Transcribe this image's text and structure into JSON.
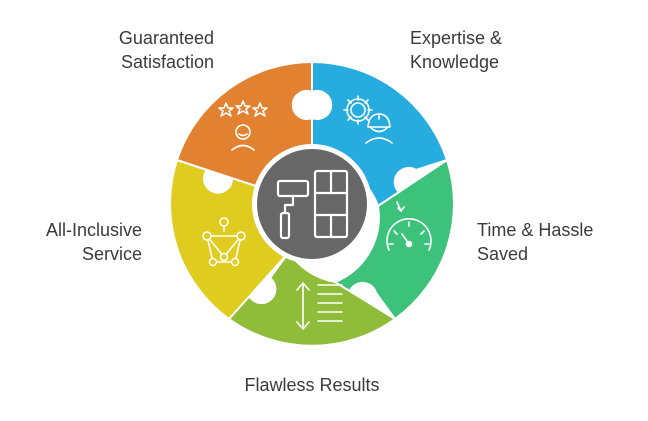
{
  "labels": {
    "guaranteed": [
      "Guaranteed",
      "Satisfaction"
    ],
    "expertise": [
      "Expertise &",
      "Knowledge"
    ],
    "time": [
      "Time & Hassle",
      "Saved"
    ],
    "flawless": "Flawless Results",
    "allinclusive": [
      "All-Inclusive",
      "Service"
    ]
  },
  "segments": [
    {
      "id": "expertise",
      "color": "#27ace0",
      "icon": "gear-worker-icon"
    },
    {
      "id": "time",
      "color": "#3cc27b",
      "icon": "speedometer-icon"
    },
    {
      "id": "flawless",
      "color": "#8fbd39",
      "icon": "arrow-list-icon"
    },
    {
      "id": "allinclusive",
      "color": "#dfcc1f",
      "icon": "network-icon"
    },
    {
      "id": "guaranteed",
      "color": "#e2812f",
      "icon": "stars-person-icon"
    }
  ],
  "center": {
    "color": "#676767",
    "icon": "paint-roller-wall-icon"
  }
}
